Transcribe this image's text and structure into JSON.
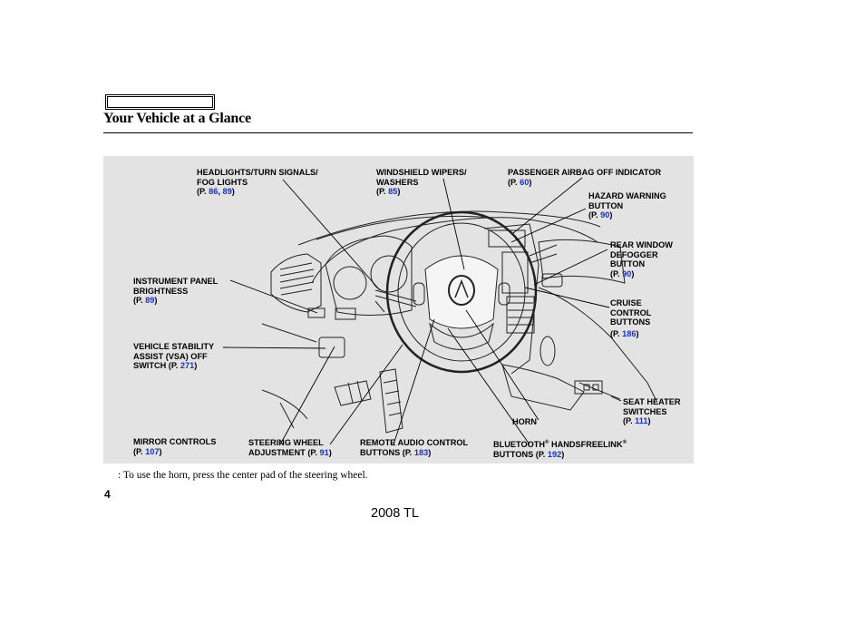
{
  "header": {
    "title": "Your Vehicle at a Glance"
  },
  "callouts": {
    "headlights": {
      "line1": "HEADLIGHTS/TURN SIGNALS/",
      "line2": "FOG LIGHTS",
      "pre": "(P. ",
      "p1": "86",
      "sep": ", ",
      "p2": "89",
      "post": ")"
    },
    "wipers": {
      "line1": "WINDSHIELD WIPERS/",
      "line2": "WASHERS",
      "pre": "(P. ",
      "p1": "85",
      "post": ")"
    },
    "airbag": {
      "line1": "PASSENGER AIRBAG OFF INDICATOR",
      "pre": "(P. ",
      "p1": "60",
      "post": ")"
    },
    "hazard": {
      "line1": "HAZARD WARNING",
      "line2": "BUTTON",
      "pre": "(P. ",
      "p1": "90",
      "post": ")"
    },
    "defogger": {
      "line1": "REAR WINDOW",
      "line2": "DEFOGGER",
      "line3": "BUTTON",
      "pre": "(P. ",
      "p1": "90",
      "post": ")"
    },
    "instrument": {
      "line1": "INSTRUMENT PANEL",
      "line2": "BRIGHTNESS",
      "pre": "(P. ",
      "p1": "89",
      "post": ")"
    },
    "cruise": {
      "line1": "CRUISE",
      "line2": "CONTROL",
      "line3": "BUTTONS",
      "pre": "(P. ",
      "p1": "186",
      "post": ")"
    },
    "vsa": {
      "line1": "VEHICLE STABILITY",
      "line2": "ASSIST (VSA) OFF",
      "line3": "SWITCH (P. ",
      "p1": "271",
      "post": ")"
    },
    "seat_heater": {
      "line1": "SEAT HEATER",
      "line2": "SWITCHES",
      "pre": "(P. ",
      "p1": "111",
      "post": ")"
    },
    "horn": {
      "line1": "HORN"
    },
    "mirror": {
      "line1": "MIRROR CONTROLS",
      "pre": "(P. ",
      "p1": "107",
      "post": ")"
    },
    "steering": {
      "line1": "STEERING WHEEL",
      "line2": "ADJUSTMENT (P. ",
      "p1": "91",
      "post": ")"
    },
    "remote_audio": {
      "line1": "REMOTE AUDIO CONTROL",
      "line2": "BUTTONS (P. ",
      "p1": "183",
      "post": ")"
    },
    "bluetooth": {
      "line1a": "BLUETOOTH",
      "reg": "®",
      "line1b": " HANDSFREELINK",
      "reg2": "®",
      "line2": "BUTTONS  (P. ",
      "p1": "192",
      "post": ")"
    }
  },
  "note": ":  To use the horn, press the center pad of the steering wheel.",
  "page_number": "4",
  "footer": "2008  TL",
  "colors": {
    "panel": "#e3e3e3",
    "link": "#1a31c9"
  }
}
